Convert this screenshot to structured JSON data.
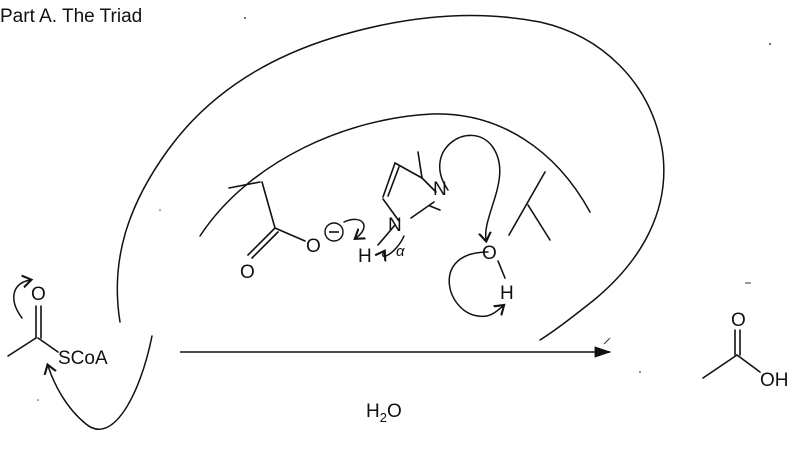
{
  "title": "Part A.  The Triad",
  "atoms": {
    "carboxylate_O1": "O",
    "carboxylate_O2": "O",
    "imidazole_N1": "N",
    "imidazole_N3": "N",
    "imidazole_H": "H",
    "serine_O": "O",
    "serine_H": "H",
    "substrate_O": "O",
    "substrate_group": "SCoA",
    "product_O": "O",
    "product_OH": "OH"
  },
  "reagent": {
    "base": "H",
    "subscript": "2",
    "tail": "O"
  },
  "annotations": {
    "handwritten_alpha": "α"
  }
}
